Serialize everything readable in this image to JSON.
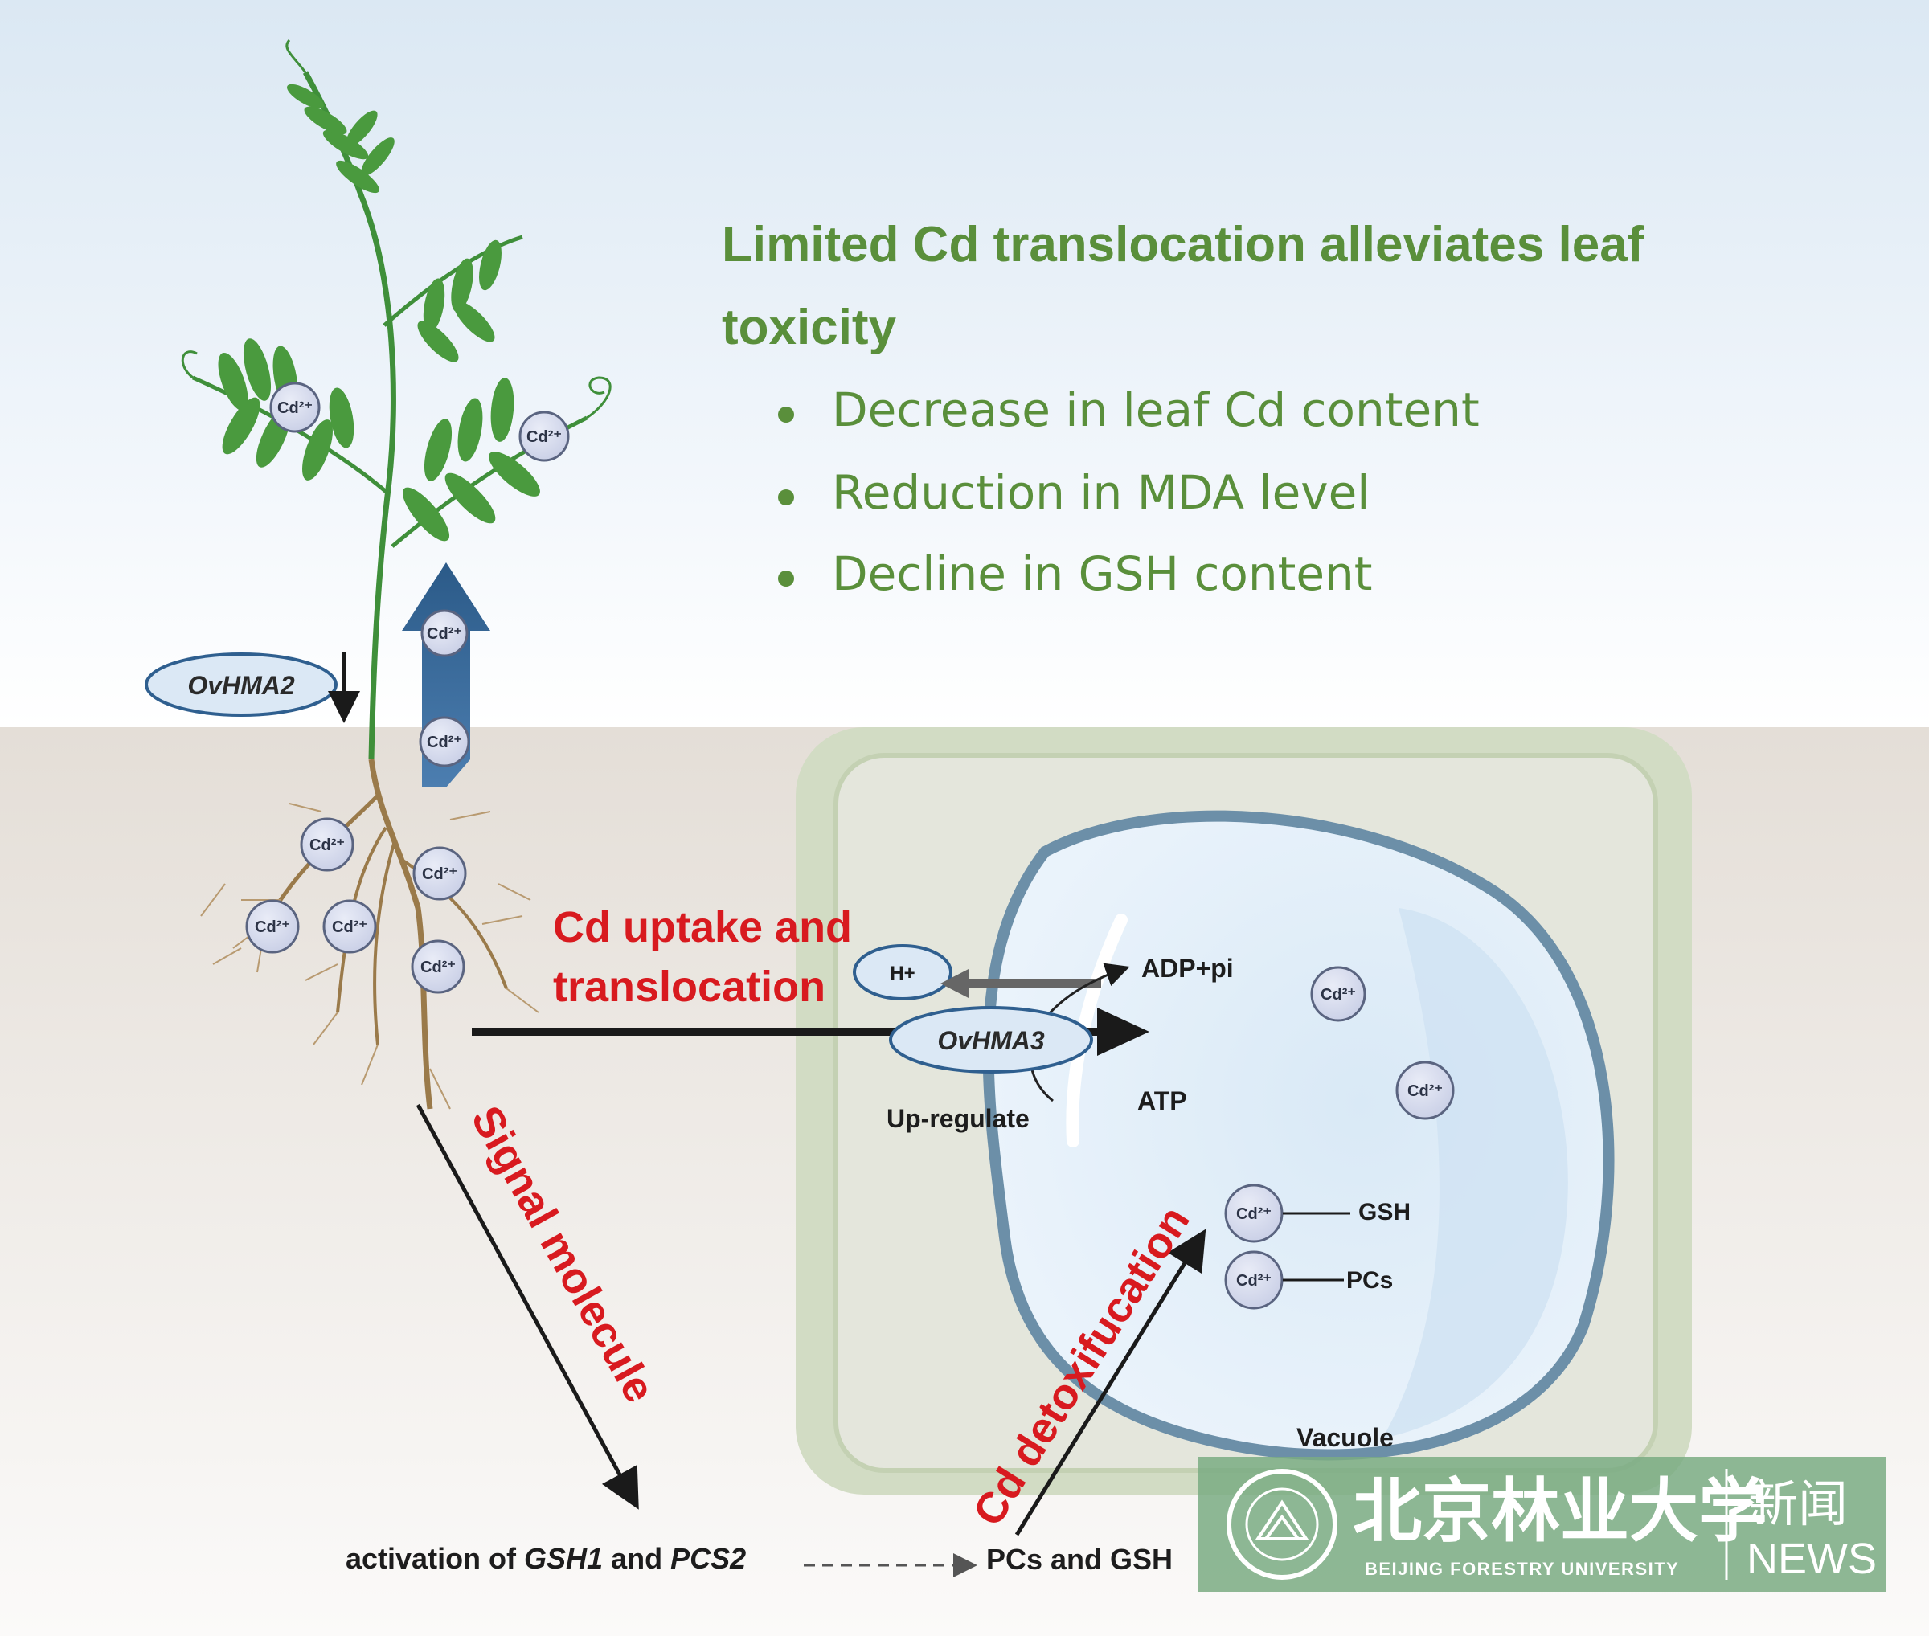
{
  "heading": {
    "line1": "Limited Cd translocation alleviates leaf",
    "line2": "toxicity"
  },
  "bullets": [
    "Decrease in leaf Cd content",
    "Reduction in MDA level",
    "Decline in GSH content"
  ],
  "ion_label": "Cd²⁺",
  "transporters": {
    "hma2": "OvHMA2",
    "hma3": "OvHMA3",
    "proton": "H+"
  },
  "process_labels": {
    "uptake_line1": "Cd uptake and",
    "uptake_line2": "translocation",
    "signal": "Signal molecule",
    "detox": "Cd detoxifucation"
  },
  "vacuole": {
    "adp": "ADP+pi",
    "atp": "ATP",
    "upregulate": "Up-regulate",
    "gsh": "GSH",
    "pcs": "PCs",
    "name": "Vacuole"
  },
  "bottom": {
    "activation_prefix": "activation of ",
    "gene1": "GSH1",
    "and": " and ",
    "gene2": "PCS2",
    "product": "PCs and GSH"
  },
  "watermark": {
    "chinese_name": "北京林业大学",
    "english_name": "BEIJING FORESTRY UNIVERSITY",
    "news_cn": "新闻",
    "news_en": "NEWS"
  },
  "colors": {
    "heading_green": "#5a8f3b",
    "label_red": "#d81a1f",
    "arrow_blue": "#2f5f8f",
    "watermark_green": "#7aab82"
  }
}
